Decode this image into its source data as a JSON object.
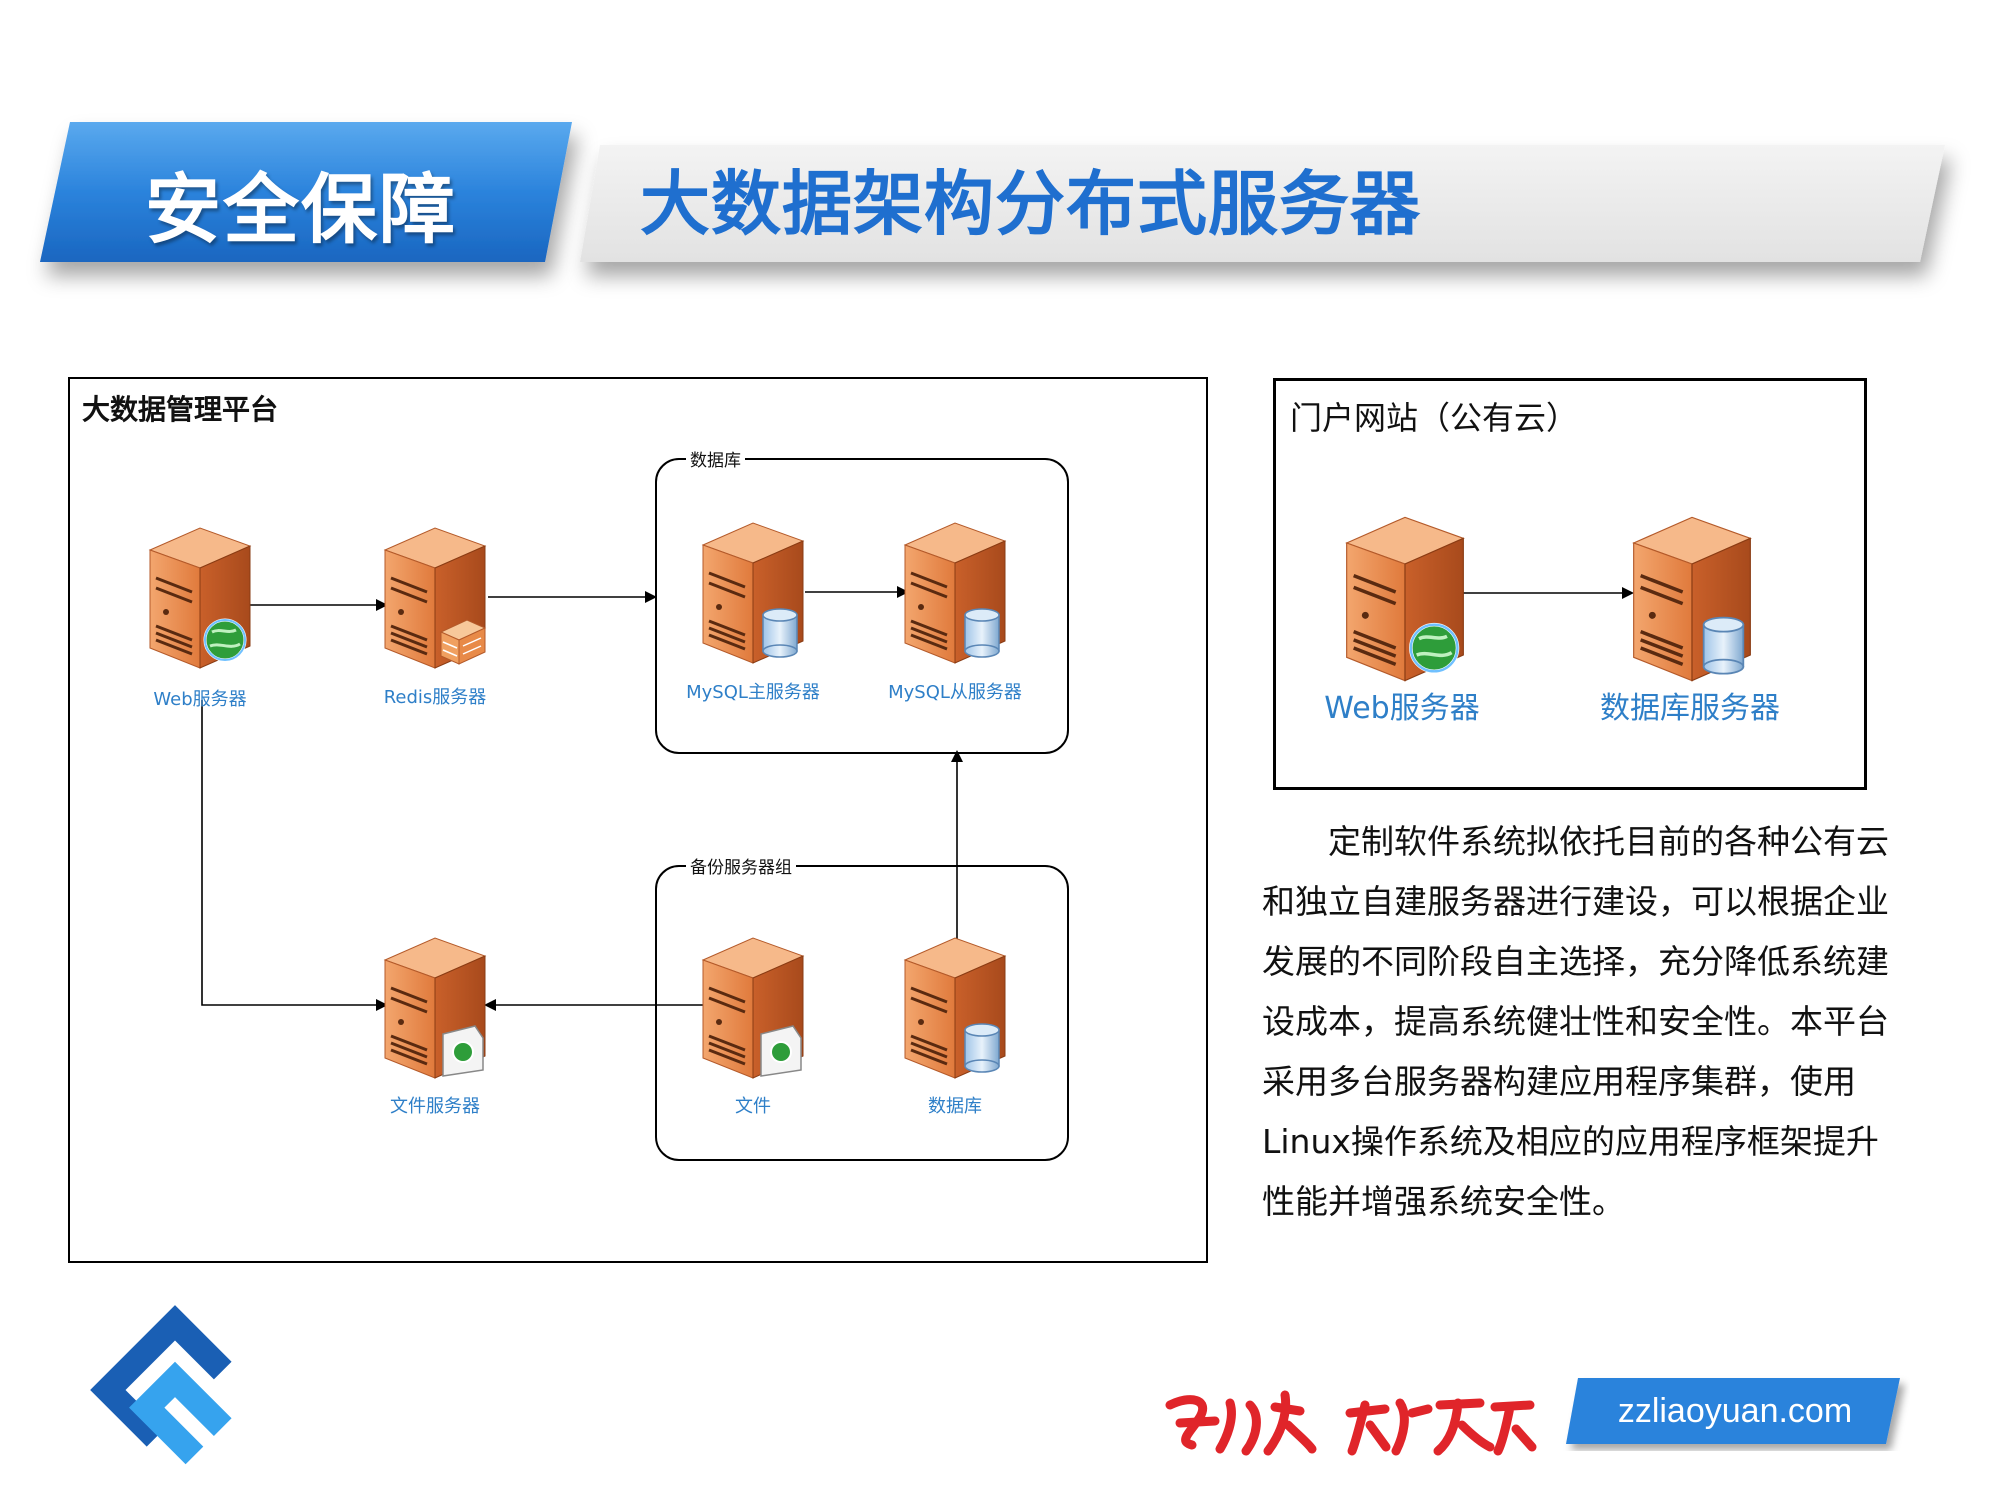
{
  "header": {
    "section_title": "安全保障",
    "page_title": "大数据架构分布式服务器"
  },
  "diagram": {
    "panel_title": "大数据管理平台",
    "groups": {
      "database": "数据库",
      "backup": "备份服务器组"
    },
    "nodes": {
      "web": "Web服务器",
      "redis": "Redis服务器",
      "mysql_master": "MySQL主服务器",
      "mysql_slave": "MySQL从服务器",
      "file_server": "文件服务器",
      "backup_file": "文件",
      "backup_db": "数据库"
    }
  },
  "portal": {
    "title": "门户网站（公有云）",
    "web": "Web服务器",
    "db": "数据库服务器"
  },
  "description": "定制软件系统拟依托目前的各种公有云和独立自建服务器进行建设，可以根据企业发展的不同阶段自主选择，充分降低系统建设成本，提高系统健壮性和安全性。本平台采用多台服务器构建应用程序集群，使用Linux操作系统及相应的应用程序框架提升性能并增强系统安全性。",
  "footer": {
    "url": "zzliaoyuan.com",
    "calligraphy": "星火燎原"
  },
  "colors": {
    "brand_blue": "#1f6fcf",
    "server_orange": "#e07a3c",
    "label_blue": "#2e7fc8"
  }
}
